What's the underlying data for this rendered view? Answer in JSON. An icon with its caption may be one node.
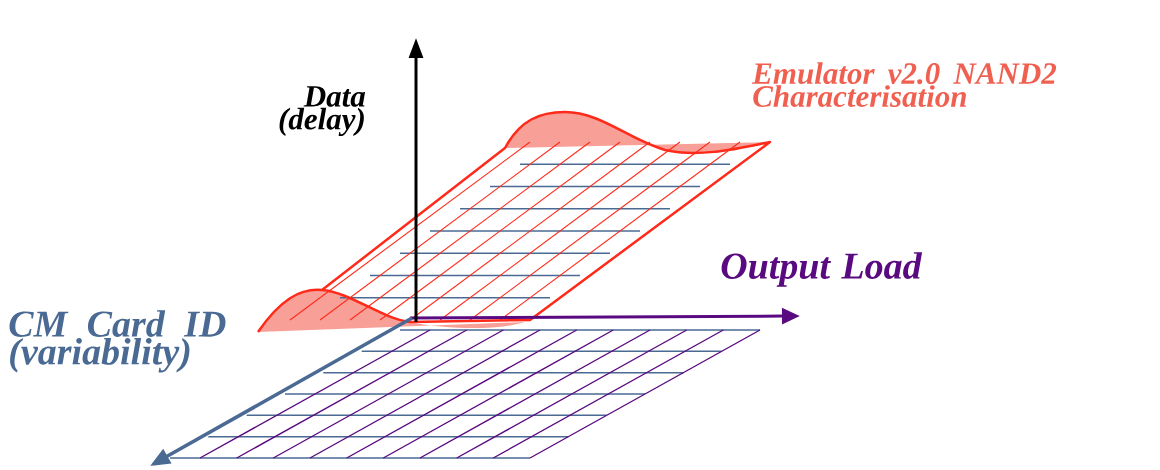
{
  "diagram": {
    "labels": [
      "Emulator v2.0 NAND2 Characterisation",
      "Data (delay)",
      "Output Load",
      "CM Card ID (variability)"
    ]
  }
}
